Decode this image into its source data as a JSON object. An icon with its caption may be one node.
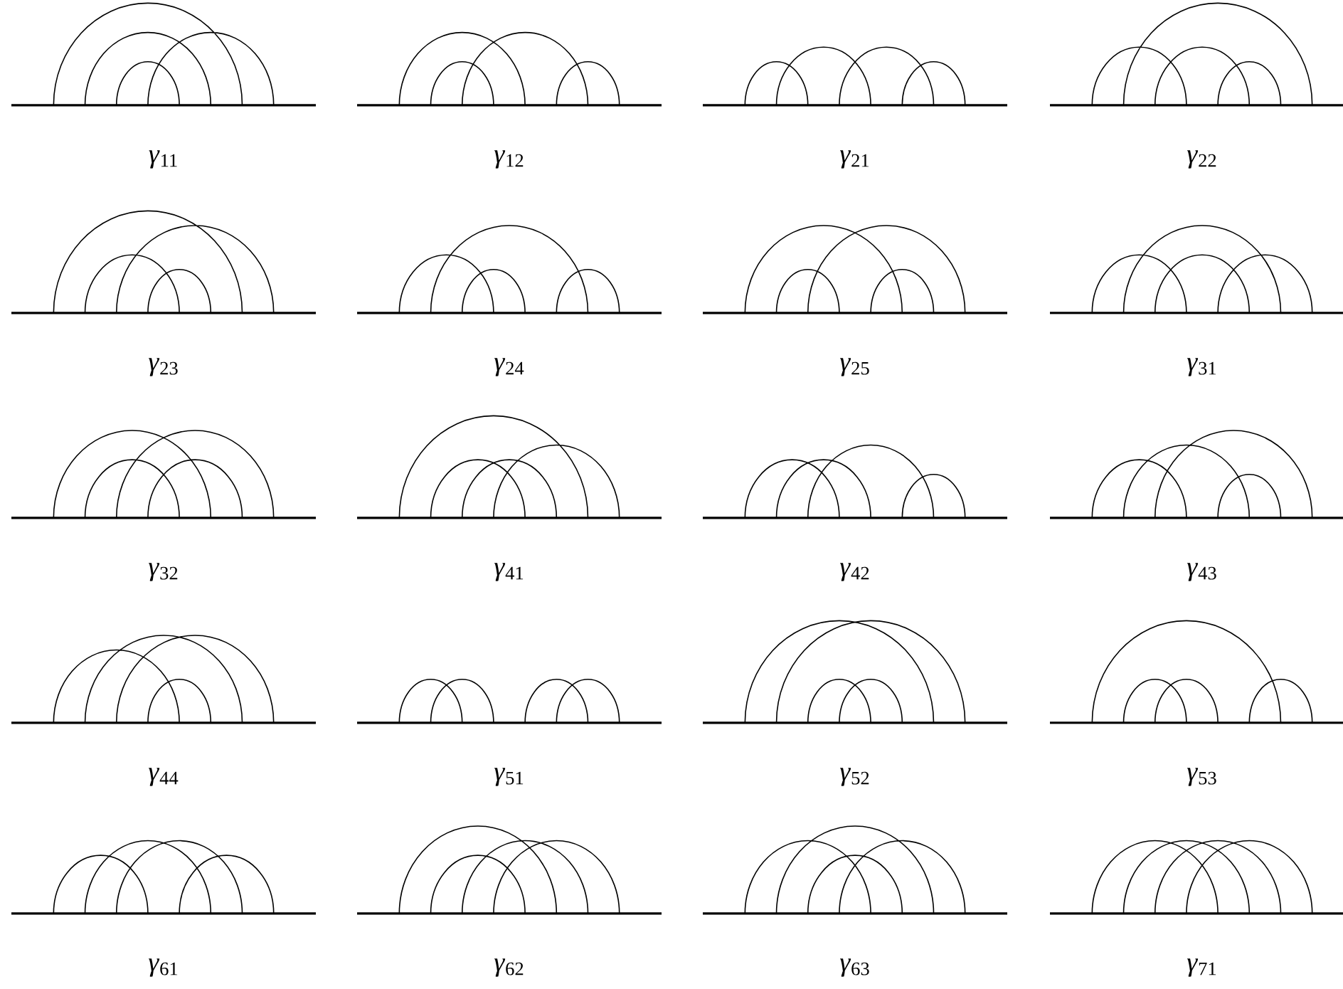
{
  "diagram": {
    "labels": [
      "*γ*$_{11}$",
      "*γ*$_{12}$",
      "*γ*$_{21}$",
      "*γ*$_{22}$",
      "*γ*$_{23}$",
      "*γ*$_{24}$",
      "*γ*$_{25}$",
      "*γ*$_{31}$",
      "*γ*$_{32}$",
      "*γ*$_{41}$",
      "*γ*$_{42}$",
      "*γ*$_{43}$",
      "*γ*$_{44}$",
      "*γ*$_{51}$",
      "*γ*$_{52}$",
      "*γ*$_{53}$",
      "*γ*$_{61}$",
      "*γ*$_{62}$",
      "*γ*$_{63}$",
      "*γ*$_{71}$"
    ]
  }
}
